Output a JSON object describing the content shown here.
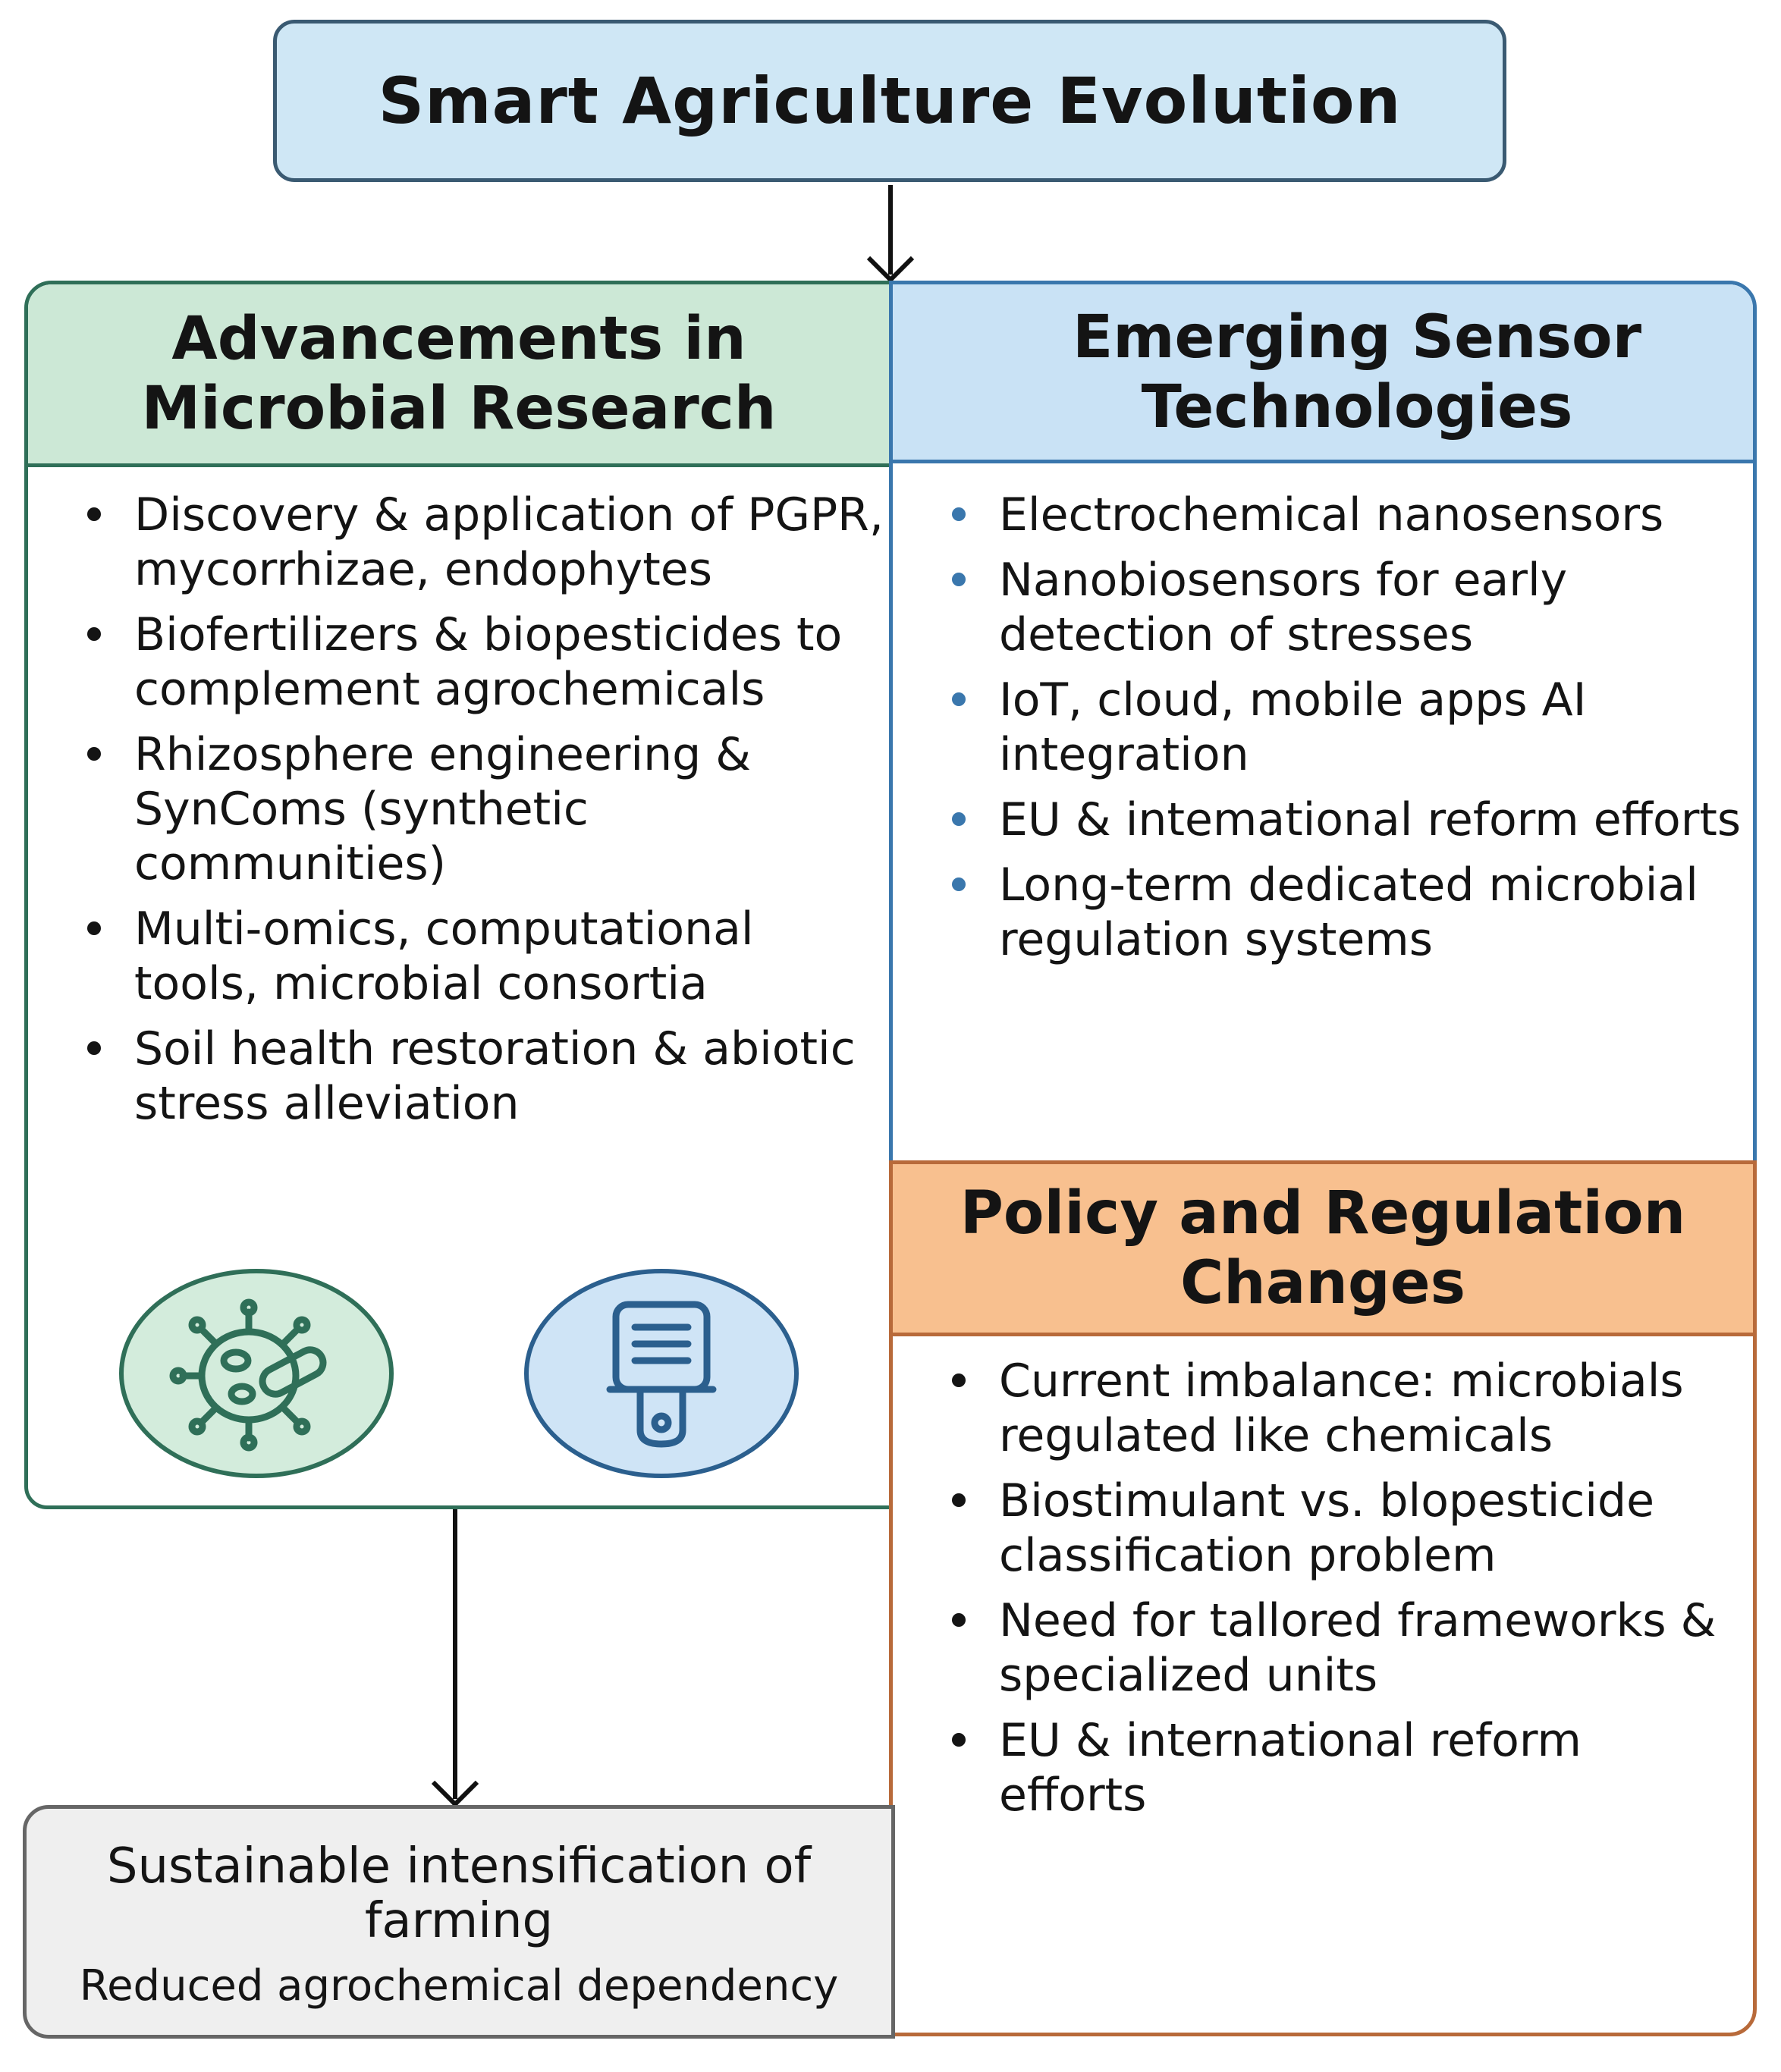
{
  "title": "Smart Agriculture Evolution",
  "microbial": {
    "heading": "Advancements in Microbial Research",
    "items": [
      "Discovery & application of PGPR, mycorrhizae, endophytes",
      "Biofertilizers & biopesticides to complement agrochemicals",
      "Rhizosphere engineering & SynComs (synthetic communities)",
      "Multi-omics, computational tools, microbial consortia",
      "Soil health restoration & abiotic stress alleviation"
    ],
    "icons": [
      "microbe-icon",
      "sensor-device-icon"
    ]
  },
  "sensors": {
    "heading": "Emerging Sensor Technologies",
    "items": [
      "Electrochemical nanosensors",
      "Nanobiosensors for early detection of stresses",
      "IoT, cloud, mobile apps AI integration",
      "EU & intemational reform efforts",
      "Long-term dedicated microbial regulation systems"
    ]
  },
  "policy": {
    "heading": "Policy and Regulation Changes",
    "items": [
      "Current imbalance: microbials regulated like chemicals",
      "Biostimulant vs. blopesticide classification problem",
      "Need for tallored frameworks & specialized units",
      "EU & international reform efforts"
    ]
  },
  "outcome": {
    "line1": "Sustainable intensification of farming",
    "line2": "Reduced agrochemical dependency"
  },
  "colors": {
    "title_fill": "#cfe7f5",
    "microbial_header": "#cce8d6",
    "sensor_header": "#c9e2f5",
    "policy_header": "#f8c08f",
    "outcome_fill": "#efefef"
  }
}
